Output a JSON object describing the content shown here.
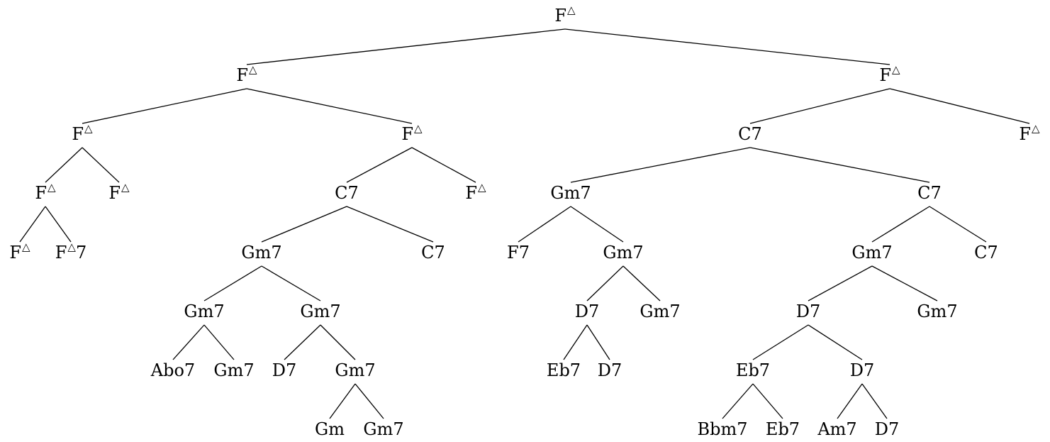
{
  "tree": {
    "label": "F",
    "maj": true,
    "suffix": "",
    "children": [
      {
        "label": "F",
        "maj": true,
        "suffix": "",
        "children": [
          {
            "label": "F",
            "maj": true,
            "suffix": "",
            "children": [
              {
                "label": "F",
                "maj": true,
                "suffix": "",
                "children": [
                  {
                    "label": "F",
                    "maj": true,
                    "suffix": ""
                  },
                  {
                    "label": "F",
                    "maj": true,
                    "suffix": "7"
                  }
                ]
              },
              {
                "label": "F",
                "maj": true,
                "suffix": ""
              }
            ]
          },
          {
            "label": "F",
            "maj": true,
            "suffix": "",
            "children": [
              {
                "label": "C7",
                "children": [
                  {
                    "label": "Gm7",
                    "children": [
                      {
                        "label": "Gm7",
                        "children": [
                          {
                            "label": "Abo7"
                          },
                          {
                            "label": "Gm7"
                          }
                        ]
                      },
                      {
                        "label": "Gm7",
                        "children": [
                          {
                            "label": "D7"
                          },
                          {
                            "label": "Gm7",
                            "children": [
                              {
                                "label": "Gm"
                              },
                              {
                                "label": "Gm7"
                              }
                            ]
                          }
                        ]
                      }
                    ]
                  },
                  {
                    "label": "C7"
                  }
                ]
              },
              {
                "label": "F",
                "maj": true,
                "suffix": ""
              }
            ]
          }
        ]
      },
      {
        "label": "F",
        "maj": true,
        "suffix": "",
        "children": [
          {
            "label": "C7",
            "children": [
              {
                "label": "Gm7",
                "children": [
                  {
                    "label": "F7"
                  },
                  {
                    "label": "Gm7",
                    "children": [
                      {
                        "label": "D7",
                        "children": [
                          {
                            "label": "Eb7"
                          },
                          {
                            "label": "D7"
                          }
                        ]
                      },
                      {
                        "label": "Gm7"
                      }
                    ]
                  }
                ]
              },
              {
                "label": "C7",
                "children": [
                  {
                    "label": "Gm7",
                    "children": [
                      {
                        "label": "D7",
                        "children": [
                          {
                            "label": "Eb7",
                            "children": [
                              {
                                "label": "Bbm7"
                              },
                              {
                                "label": "Eb7"
                              }
                            ]
                          },
                          {
                            "label": "D7",
                            "children": [
                              {
                                "label": "Am7"
                              },
                              {
                                "label": "D7"
                              }
                            ]
                          }
                        ]
                      },
                      {
                        "label": "Gm7"
                      }
                    ]
                  },
                  {
                    "label": "C7"
                  }
                ]
              }
            ]
          },
          {
            "label": "F",
            "maj": true,
            "suffix": ""
          }
        ]
      }
    ]
  }
}
